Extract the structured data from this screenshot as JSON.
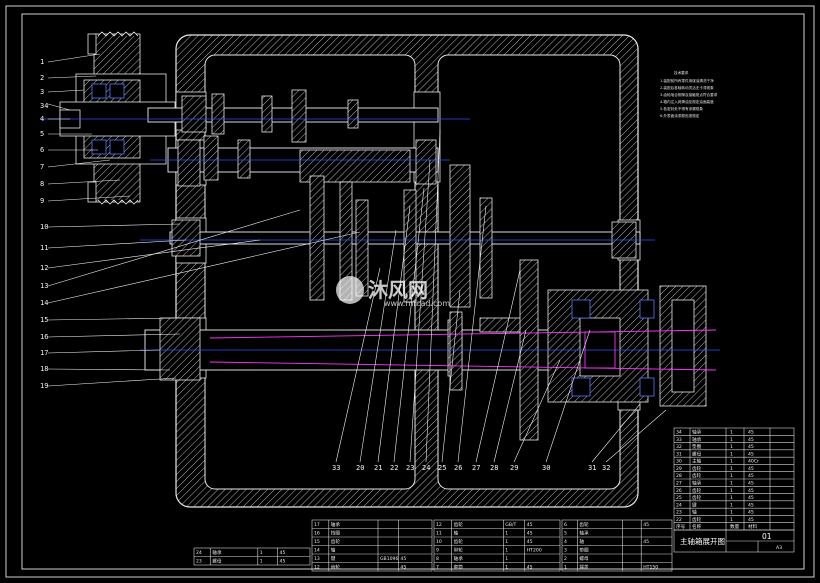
{
  "drawing": {
    "title": "主轴箱展开图",
    "drawing_no": "01",
    "sheet_size": "A3"
  },
  "left_labels": [
    "1",
    "2",
    "3",
    "34",
    "4",
    "5",
    "6",
    "7",
    "8",
    "9",
    "10",
    "11",
    "12",
    "13",
    "14",
    "15",
    "16",
    "17",
    "18",
    "19"
  ],
  "bottom_labels": [
    "33",
    "20",
    "21",
    "22",
    "23",
    "24",
    "25",
    "26",
    "27",
    "28",
    "29",
    "30",
    "31",
    "32"
  ],
  "technical_notes": {
    "heading": "技术要求",
    "lines": [
      "1.装配前所有零件用煤油清洗干净",
      "2.装配后各轴转动灵活无卡滞现象",
      "3.齿轮啮合侧隙及接触斑点符合要求",
      "4.箱内注入润滑油至规定油面高度",
      "5.各密封处不得有渗漏现象",
      "6.外表面涂漆颜色按规定"
    ]
  },
  "title_block": {
    "rows": [
      {
        "no": "34",
        "name": "轴承",
        "qty": "1",
        "material": "45"
      },
      {
        "no": "33",
        "name": "轴承",
        "qty": "1",
        "material": "45"
      },
      {
        "no": "32",
        "name": "垫圈",
        "qty": "1",
        "material": "45"
      },
      {
        "no": "31",
        "name": "螺母",
        "qty": "1",
        "material": "45"
      },
      {
        "no": "30",
        "name": "主轴",
        "qty": "1",
        "material": "40Cr"
      },
      {
        "no": "29",
        "name": "齿轮",
        "qty": "1",
        "material": "45"
      },
      {
        "no": "28",
        "name": "齿轮",
        "qty": "1",
        "material": "45"
      },
      {
        "no": "27",
        "name": "轴承",
        "qty": "1",
        "material": "45"
      },
      {
        "no": "26",
        "name": "齿轮",
        "qty": "1",
        "material": "45"
      },
      {
        "no": "25",
        "name": "齿轮",
        "qty": "1",
        "material": "45"
      },
      {
        "no": "24",
        "name": "键",
        "qty": "1",
        "material": "45"
      },
      {
        "no": "23",
        "name": "轴",
        "qty": "1",
        "material": "45"
      },
      {
        "no": "22",
        "name": "齿轮",
        "qty": "1",
        "material": "45"
      }
    ],
    "header": {
      "no": "序号",
      "name": "名称",
      "qty": "数量",
      "material": "材料"
    }
  },
  "bottom_tables": [
    {
      "rows": [
        [
          "24",
          "轴承",
          "1",
          "45"
        ],
        [
          "23",
          "螺母",
          "1",
          "45"
        ]
      ]
    },
    {
      "rows": [
        [
          "17",
          "轴承",
          "",
          ""
        ],
        [
          "16",
          "挡圈",
          "",
          ""
        ],
        [
          "15",
          "齿轮",
          "",
          ""
        ],
        [
          "14",
          "轴",
          "",
          ""
        ],
        [
          "13",
          "键",
          "GB1096",
          "45"
        ],
        [
          "12",
          "齿轮",
          "",
          "45"
        ]
      ]
    },
    {
      "rows": [
        [
          "12",
          "齿轮",
          "GB/T",
          "45"
        ],
        [
          "11",
          "轴",
          "1",
          "45"
        ],
        [
          "10",
          "齿轮",
          "1",
          "45"
        ],
        [
          "9",
          "带轮",
          "1",
          "HT200"
        ],
        [
          "8",
          "轴承",
          "1",
          ""
        ],
        [
          "7",
          "套筒",
          "1",
          "45"
        ]
      ]
    },
    {
      "rows": [
        [
          "6",
          "齿轮",
          "",
          "45"
        ],
        [
          "5",
          "轴承",
          "",
          ""
        ],
        [
          "4",
          "轴",
          "",
          "45"
        ],
        [
          "3",
          "垫圈",
          "",
          ""
        ],
        [
          "2",
          "螺母",
          "",
          ""
        ],
        [
          "1",
          "端盖",
          "",
          "HT150"
        ]
      ]
    }
  ],
  "watermark": {
    "text": "沐风网",
    "url": "www.mfcad.com"
  }
}
